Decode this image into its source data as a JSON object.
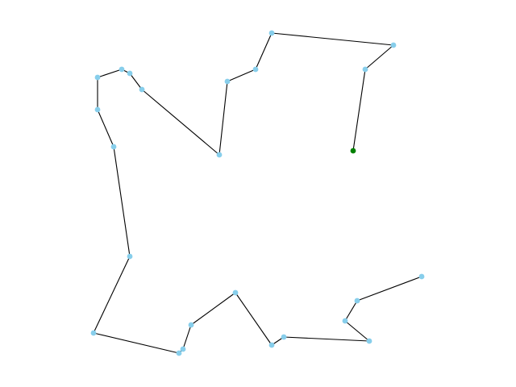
{
  "graph": {
    "type": "path-graph",
    "nodes": [
      {
        "id": "n0",
        "role": "start"
      },
      {
        "id": "n1"
      },
      {
        "id": "n2"
      },
      {
        "id": "n3"
      },
      {
        "id": "n4"
      },
      {
        "id": "n5"
      },
      {
        "id": "n6"
      },
      {
        "id": "n7"
      },
      {
        "id": "n8"
      },
      {
        "id": "n9"
      },
      {
        "id": "n10"
      },
      {
        "id": "n11"
      },
      {
        "id": "n12"
      },
      {
        "id": "n13"
      },
      {
        "id": "n14"
      },
      {
        "id": "n15"
      },
      {
        "id": "n16"
      },
      {
        "id": "n17"
      },
      {
        "id": "n18"
      },
      {
        "id": "n19"
      },
      {
        "id": "n20"
      },
      {
        "id": "n21"
      },
      {
        "id": "n22"
      },
      {
        "id": "n23"
      },
      {
        "id": "n24"
      }
    ],
    "edges": [
      [
        "n0",
        "n1"
      ],
      [
        "n1",
        "n2"
      ],
      [
        "n2",
        "n3"
      ],
      [
        "n3",
        "n4"
      ],
      [
        "n4",
        "n5"
      ],
      [
        "n5",
        "n6"
      ],
      [
        "n6",
        "n7"
      ],
      [
        "n7",
        "n8"
      ],
      [
        "n8",
        "n9"
      ],
      [
        "n9",
        "n10"
      ],
      [
        "n10",
        "n11"
      ],
      [
        "n11",
        "n12"
      ],
      [
        "n12",
        "n13"
      ],
      [
        "n13",
        "n14"
      ],
      [
        "n14",
        "n15"
      ],
      [
        "n15",
        "n16"
      ],
      [
        "n16",
        "n17"
      ],
      [
        "n17",
        "n18"
      ],
      [
        "n18",
        "n19"
      ],
      [
        "n19",
        "n20"
      ],
      [
        "n20",
        "n21"
      ],
      [
        "n21",
        "n22"
      ],
      [
        "n22",
        "n23"
      ],
      [
        "n23",
        "n24"
      ]
    ]
  },
  "colors": {
    "background": "#ffffff",
    "edge": "#000000",
    "node": "#87ceeb",
    "start_node": "#008000"
  }
}
